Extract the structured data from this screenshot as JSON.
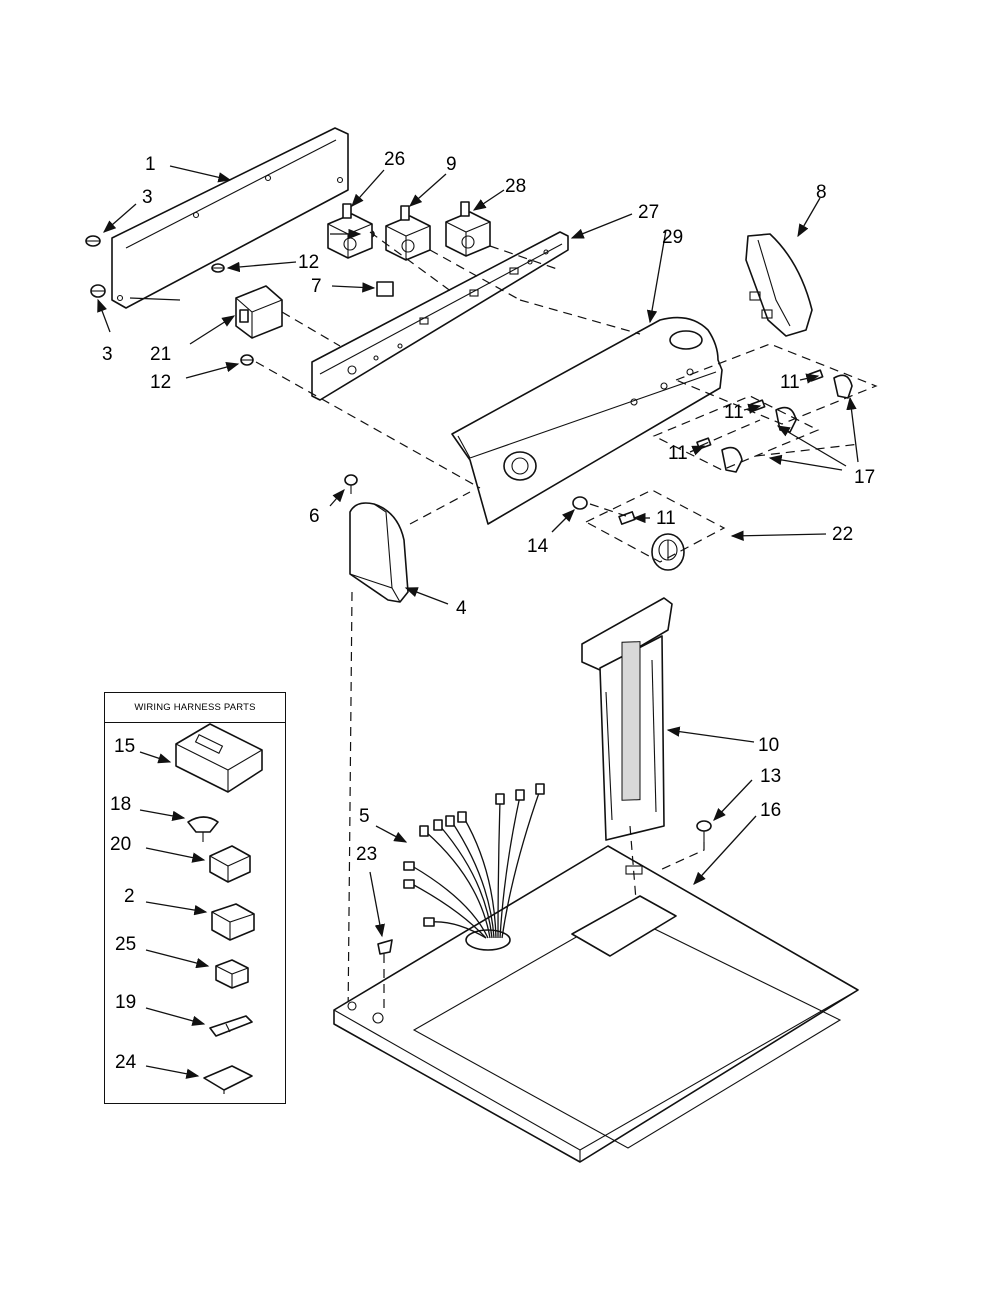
{
  "legend": {
    "title": "WIRING HARNESS PARTS"
  },
  "callouts": {
    "c1": "1",
    "c2": "2",
    "c3a": "3",
    "c3b": "3",
    "c4": "4",
    "c5": "5",
    "c6": "6",
    "c7": "7",
    "c8": "8",
    "c9": "9",
    "c10": "10",
    "c11a": "11",
    "c11b": "11",
    "c11c": "11",
    "c11d": "11",
    "c12a": "12",
    "c12b": "12",
    "c13": "13",
    "c14": "14",
    "c15": "15",
    "c16": "16",
    "c17": "17",
    "c18": "18",
    "c19": "19",
    "c20": "20",
    "c21": "21",
    "c22": "22",
    "c23": "23",
    "c24": "24",
    "c25": "25",
    "c26": "26",
    "c27": "27",
    "c28": "28",
    "c29": "29"
  }
}
